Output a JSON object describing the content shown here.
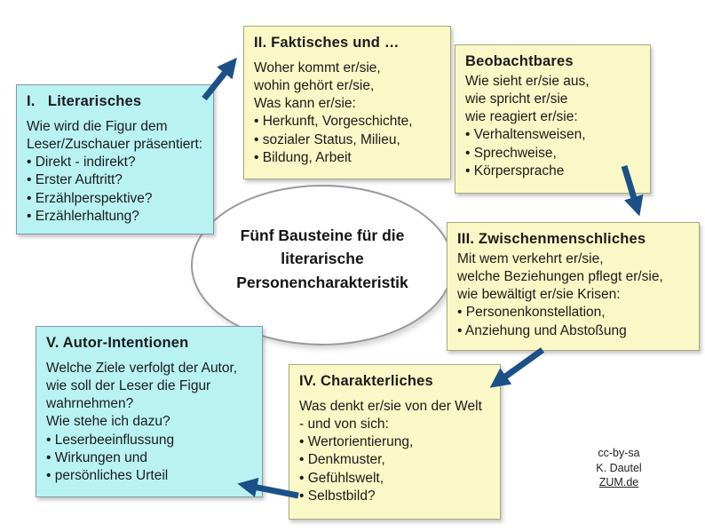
{
  "center": {
    "title": "Fünf Bausteine für die literarische Personencharakteristik"
  },
  "boxes": [
    {
      "key": "box-i",
      "title": "I.   Literarisches",
      "lines": [
        "Wie wird die Figur dem",
        "Leser/Zuschauer präsentiert:",
        "• Direkt - indirekt?",
        "• Erster Auftritt?",
        "• Erzählperspektive?",
        "• Erzählerhaltung?"
      ]
    },
    {
      "key": "box-ii",
      "title": "II. Faktisches und …",
      "lines": [
        "Woher kommt er/sie,",
        "wohin gehört er/sie,",
        "Was kann er/sie:",
        "• Herkunft, Vorgeschichte,",
        "• sozialer Status, Milieu,",
        "• Bildung, Arbeit"
      ]
    },
    {
      "key": "box-beobachtbares",
      "title": "Beobachtbares",
      "lines": [
        "Wie sieht er/sie aus,",
        "wie spricht er/sie",
        "wie reagiert er/sie:",
        "• Verhaltensweisen,",
        "• Sprechweise,",
        "• Körpersprache"
      ]
    },
    {
      "key": "box-iii",
      "title": "III. Zwischenmenschliches",
      "lines": [
        "Mit wem verkehrt er/sie,",
        "welche Beziehungen pflegt er/sie,",
        "wie bewältigt er/sie Krisen:",
        "• Personenkonstellation,",
        "• Anziehung und Abstoßung"
      ]
    },
    {
      "key": "box-iv",
      "title": "IV. Charakterliches",
      "lines": [
        "Was denkt er/sie von der Welt",
        "- und von sich:",
        "• Wertorientierung,",
        "• Denkmuster,",
        "• Gefühlswelt,",
        "• Selbstbild?"
      ]
    },
    {
      "key": "box-v",
      "title": "V. Autor-Intentionen",
      "lines": [
        "Welche Ziele verfolgt der Autor,",
        "wie soll der Leser die Figur",
        "wahrnehmen?",
        "Wie stehe ich dazu?",
        "• Leserbeeinflussung",
        "• Wirkungen und",
        "• persönliches Urteil"
      ]
    }
  ],
  "credit": {
    "license": "cc-by-sa",
    "author": "K. Dautel",
    "link": "ZUM.de"
  },
  "colors": {
    "note-cyan": "#b9f2f3",
    "note-yellow": "#faf8c6",
    "cyan-border": "#7e9aa6",
    "yellow-border": "#a8a87e",
    "arrow-blue": "#1b5186",
    "ellipse-border": "#9a9a9a",
    "text": "#1b1b1b"
  }
}
